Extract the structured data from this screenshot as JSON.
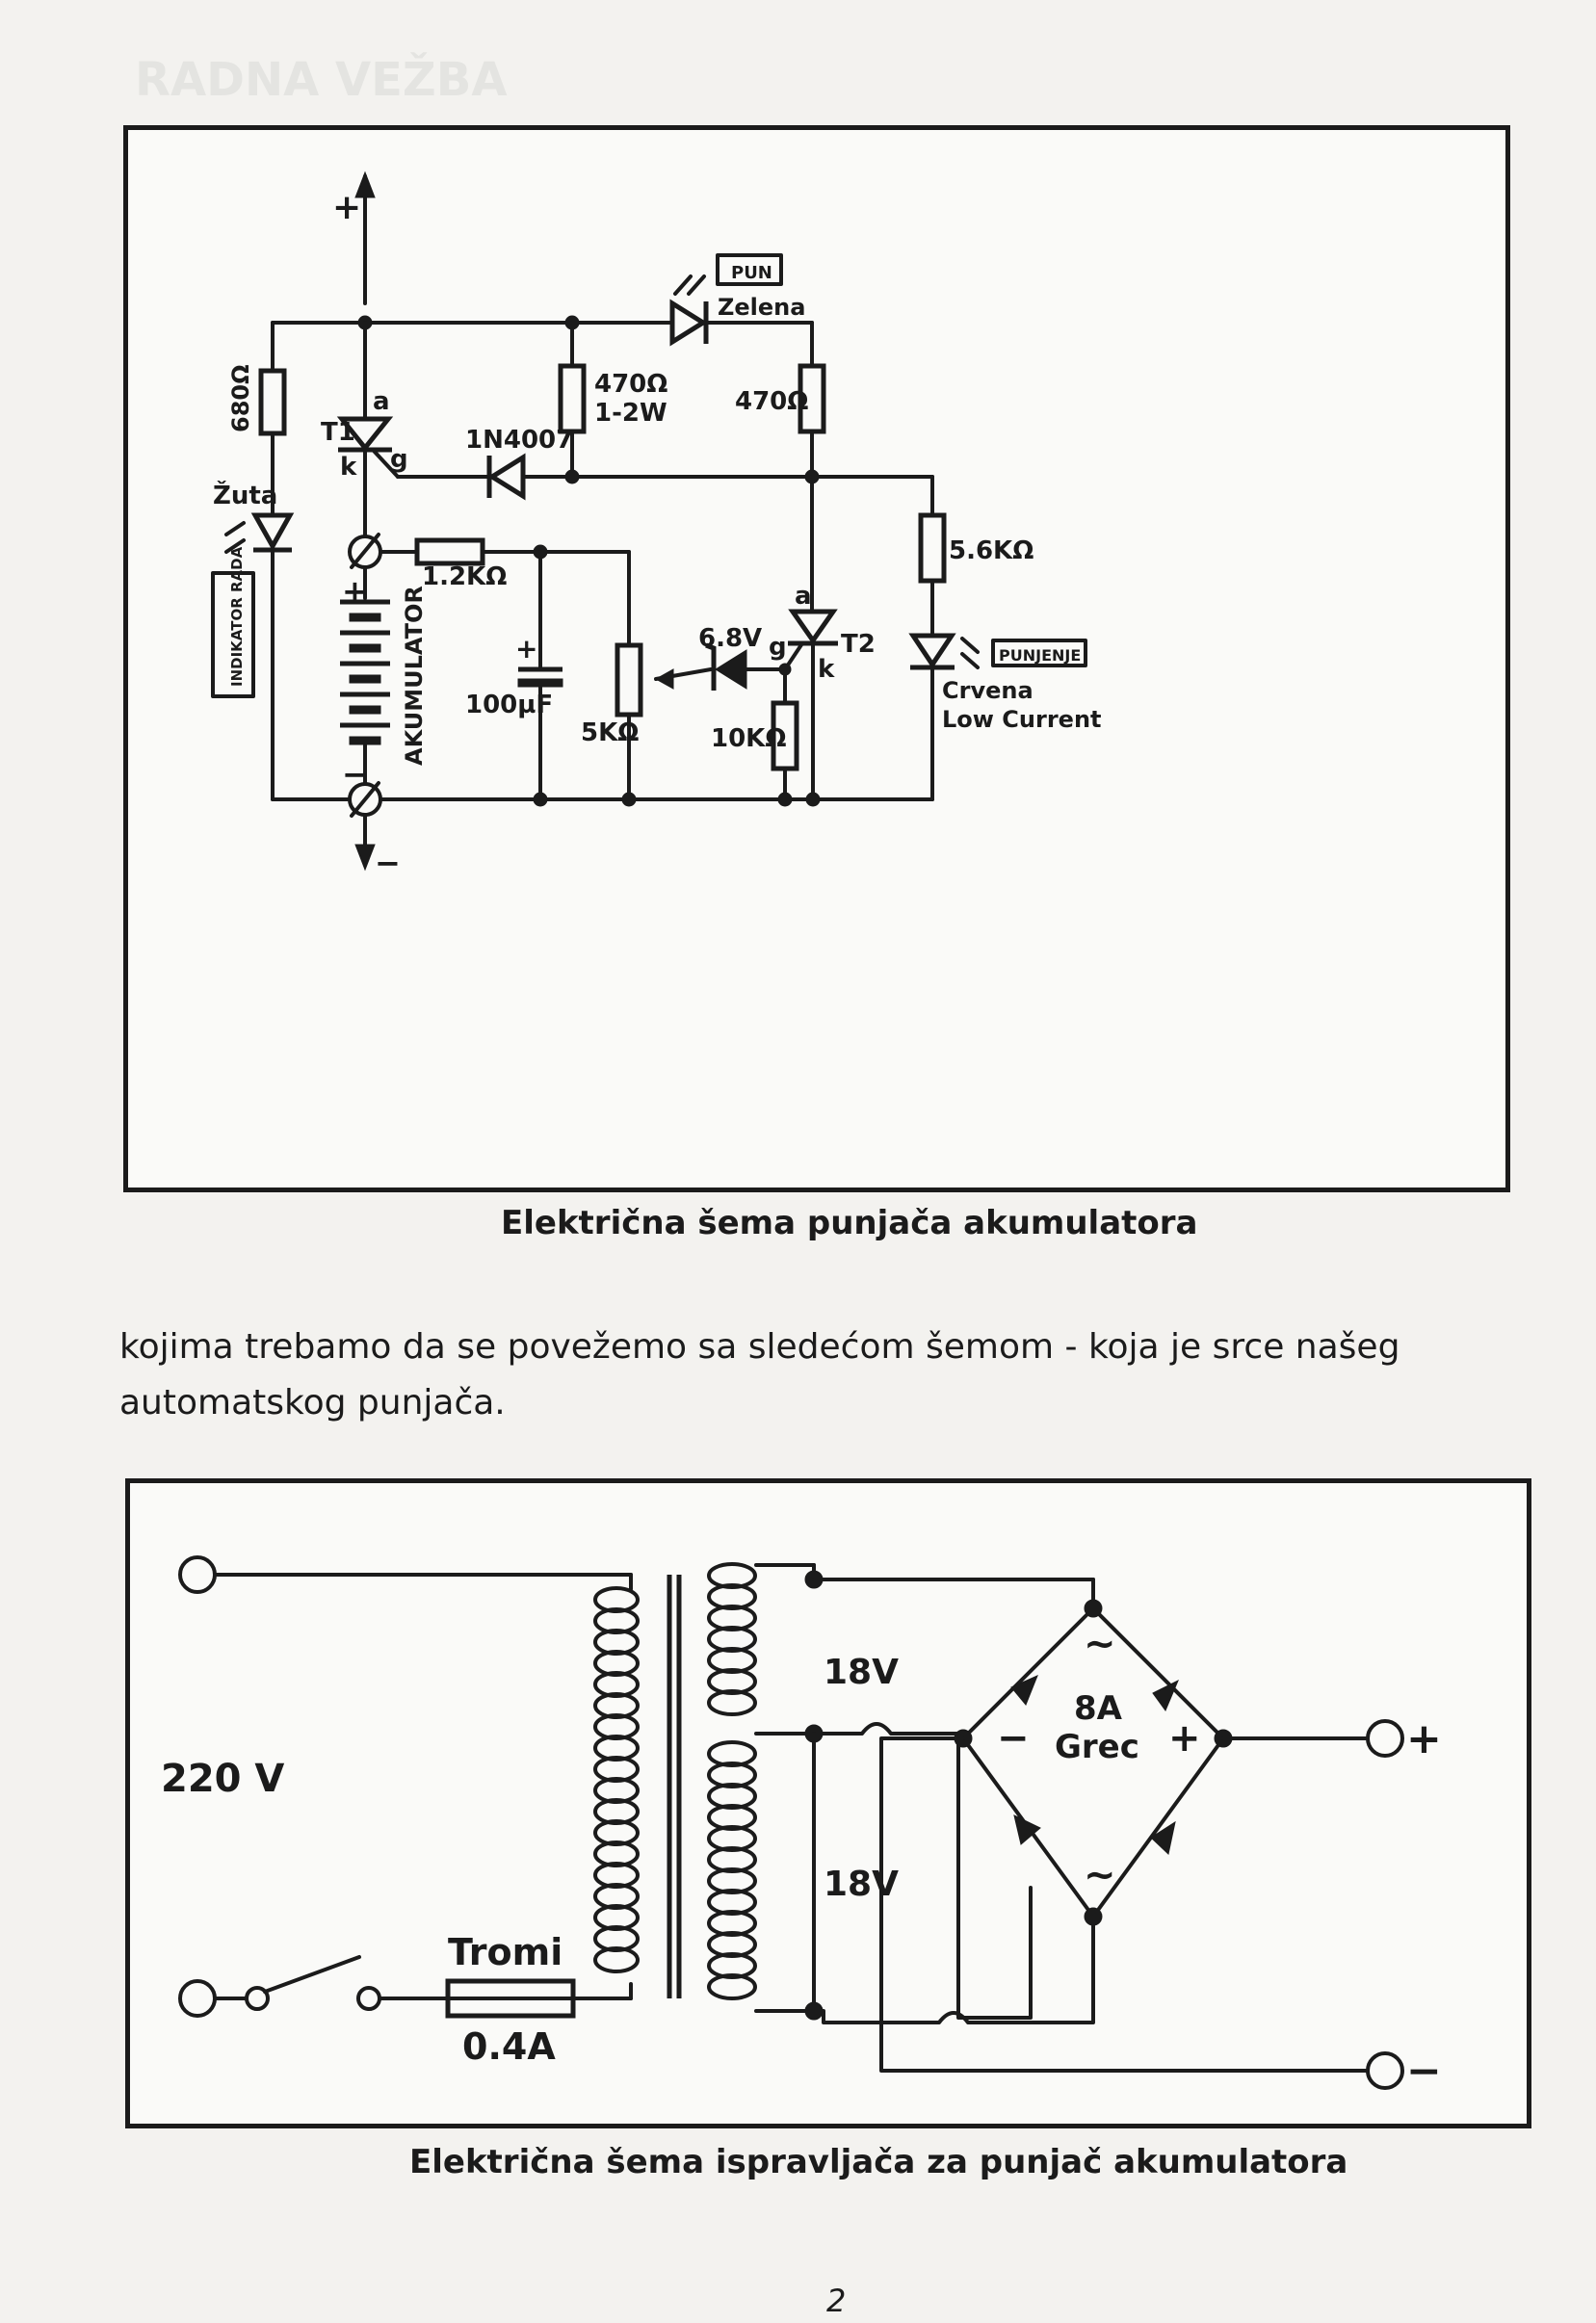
{
  "header": {
    "faint_title": "RADNA VEŽBA"
  },
  "schematic1": {
    "caption": "Električna šema punjača akumulatora",
    "labels": {
      "plus_terminal": "+",
      "minus_terminal": "−",
      "r680": "680Ω",
      "zuta": "Žuta",
      "indikator": "INDIKATOR RADA",
      "t1": "T1",
      "t1_a": "a",
      "t1_k": "k",
      "t1_g": "g",
      "diode": "1N4007",
      "r470a_val": "470Ω",
      "r470a_pow": "1-2W",
      "pun": "PUN",
      "zelena": "Zelena",
      "r470b": "470Ω",
      "r12k": "1.2KΩ",
      "akumulator": "AKUMULATOR",
      "batt_plus": "+",
      "batt_minus": "−",
      "cap_plus": "+",
      "cap": "100µF",
      "pot": "5KΩ",
      "zener": "6.8V",
      "t2": "T2",
      "t2_a": "a",
      "t2_k": "k",
      "t2_g": "g",
      "r10k": "10KΩ",
      "r56k": "5.6KΩ",
      "punjenje": "PUNJENJE",
      "crvena": "Crvena",
      "low_current": "Low Current"
    }
  },
  "body_text": "kojima trebamo da se povežemo sa sledećom šemom - koja je srce našeg automatskog punjača.",
  "schematic2": {
    "caption": "Električna šema ispravljača za punjač akumulatora",
    "labels": {
      "mains": "220 V",
      "fuse_type": "Tromi",
      "fuse_rating": "0.4A",
      "sec1": "18V",
      "sec2": "18V",
      "bridge_rating": "8A",
      "bridge_name": "Grec",
      "ac_top": "~",
      "ac_bottom": "~",
      "bridge_minus": "−",
      "bridge_plus": "+",
      "out_plus": "+",
      "out_minus": "−"
    }
  },
  "page_number": "2"
}
